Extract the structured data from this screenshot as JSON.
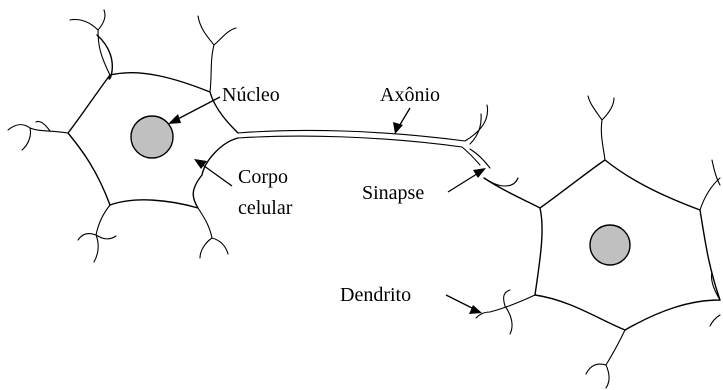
{
  "labels": {
    "nucleus": "Núcleo",
    "axon": "Axônio",
    "cell_body_line1": "Corpo",
    "cell_body_line2": "celular",
    "synapse": "Sinapse",
    "dendrite": "Dendrito"
  },
  "colors": {
    "nucleus_fill": "#c0c0c0",
    "stroke": "#000000",
    "background": "#ffffff"
  }
}
